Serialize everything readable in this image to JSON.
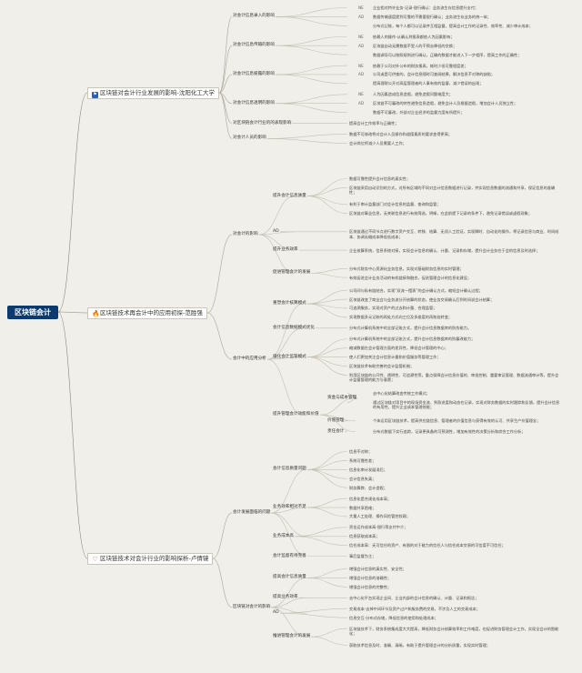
{
  "root": "区块链会计",
  "branches": [
    {
      "title": "区块链对会计行业发展的影响-沈阳化工大学",
      "icon": "flag-icon",
      "children": [
        {
          "label": "对会计信息录入的影响",
          "tags": [
            "NE",
            "AD"
          ],
          "leaves": [
            "企业相对特许业务-记录-银行确认：业务流生存信息提升支付；",
            "数据传输速度提到可靠的不需要银行确认；业务流生存业务的统一体；",
            "分布式记账，每个人都可以记录并互相监督，提高会计工作的记录性、效率性、减少审计成本；"
          ]
        },
        {
          "label": "对会计信息传输的影响",
          "tags": [
            "NE",
            "AD"
          ],
          "leaves": [
            "依赖人的操作-从确认到报表都依人为因素影响；",
            "区块链自动无需数据不受人的干预去降低的交换；",
            "数据调导可以按照规则进行确认，正确的数据才能进入下一步程序，提高工作的正确性；"
          ]
        },
        {
          "label": "对会计信息披露的影响",
          "tags": [
            "NE",
            "AD"
          ],
          "leaves": [
            "依赖于公司对外公布的财务报表，耗时少但可靠程度差；",
            "公司或是可供查的，会计信息随时可查阅结果，解决信息不对称的缺陷；",
            "提高理财公开对高层管理者的人事有效的监督，减少错误的出现；"
          ]
        },
        {
          "label": "对会计信息透明的影响",
          "tags": [
            "NE",
            "AD"
          ],
          "leaves": [
            "人为因素造成信息造假，避免造假问题难度大；",
            "区块链不可篡改的特性避免信息造假，避免会计人员根据造假，增加会计人员独立性；",
            "数据不可篡改，外部对企业经济的监督力度有所提升；"
          ]
        },
        {
          "label": "对区块链会计行业的的表现影响",
          "leaves": [
            "提高会计工作效率与正确性；"
          ]
        },
        {
          "label": "对会计人员的影响",
          "leaves": [
            "数据不可修改将对会计人员操作和道德素质的要求变得更高；",
            "会计岗位将减少人员需要人工作；"
          ]
        }
      ]
    },
    {
      "title": "区块链技术再会计中的应用初探-范胜强",
      "icon": "fire-icon",
      "children": [
        {
          "label": "对会计的影响",
          "subs": [
            {
              "label": "提升会计信息质量",
              "leaves": [
                "数据可靠性提升会计信息的真实性；",
                "区块链采用自动识别的方式，对所有区域的不同对会计信息数据进行记录，并实现信息数据的流通和共享，保证信息的准确性；",
                "有利于审计监督部门对会计信息的监督、查询和监管；",
                "区块链对事业信息，无关联信息进行有效筛选，明晰，在此前提下记录的条件下，避免记录错误或虚假现象；"
              ]
            },
            {
              "label": "AD",
              "leaves": [
                "区块链通过不同节点进行数字资产交互、转移、结算、无须人工验证，实现瞬时、自动化的操作，将记录信息与商业、时间成本、协调无缝成本降低低成本；"
              ]
            },
            {
              "label": "提升业务效率",
              "leaves": [
                "企业核算系统，信息系统对接，实现会计信息的确认、计量、记录和存储，提升会计业务在于会的信息及时选择；"
              ]
            },
            {
              "label": "促进管理会计的发展",
              "leaves": [
                "分布式财务中心资源化业务信息，实现对基础财务信息的实时管理；",
                "有效促进会计业务活动的有机链接和融合，促进管理会计的信息化建设；"
              ]
            }
          ]
        },
        {
          "label": "会计中的应用分析",
          "subs": [
            {
              "label": "重塑会计核算模式",
              "leaves": [
                "公司间与私有链结合，实现“双流一摆表”的会计确认方式，缩短会计确认过程；",
                "区块链改变了商业会与业务流分开核算的状态，使业务交易确认后到时间说会计结算；",
                "可追溯服务，实现对资产的过去和计量、合理监管；",
                "实现数据多元记账的再处方式向三位及多维度的再账处转变；"
              ]
            },
            {
              "label": "会计信息数据模式优化",
              "leaves": [
                "分布式计算机系统中的全部记账方式，提升会计信息数据库的防伪能力。"
              ]
            },
            {
              "label": "强化会计监管模式",
              "leaves": [
                "分布式计算机系统中的全部记账方式，提升会计信息数据库的防篡改能力；",
                "缩减数据在会计管理方面的差异性，降低会计管理的中心；",
                "使人们更加关注会计信息计量和价值服务等管理工作；",
                "区块链技术有助完善的会计监管机制；",
                "利用区块链的公开性、透明性、可追溯性等，重点保障会计信息价值的、审批控制、重要审证管理、数据流通审计等，提升会计监督管理的能力与意愿；"
              ]
            },
            {
              "label": "提升管理会计效能和价值",
              "subs": [
                {
                  "label": "资金与成本管理",
                  "leaves": [
                    "去中心化结算改变传统工作模式；",
                    "通过区块链对项目中的现场资金流、到款进度和动态在记录，实现对财务数据的实时跟踪和反馈，提升会计信息的有用性，提升企业成本管理效能；"
                  ]
                },
                {
                  "label": "价值管理",
                  "leaves": [
                    "个体运用区块链技术，提高供应链信息、管理者的价值信息与获得有效的认可、共享生产价值理念；"
                  ]
                },
                {
                  "label": "责任会计",
                  "leaves": [
                    "分布式数据下实行追踪，记录更具备的可预测性，增加有效性的决策分析和综合工作分析；"
                  ]
                }
              ]
            }
          ]
        }
      ]
    },
    {
      "title": "区块链技术对会计行业的影响探析-卢倩镜",
      "icon": "heart-icon",
      "children": [
        {
          "label": "会计发展面临的问题",
          "subs": [
            {
              "label": "会计信息质量问题",
              "leaves": [
                "信息不对称；",
                "系统可靠性差；",
                "信息化审计发展滞后；",
                "会计信息失真；",
                "财务舞弊、会计造假；"
              ]
            },
            {
              "label": "业务效率相对不足",
              "leaves": [
                "信息化是合规化成本高；",
                "数据共享困难；",
                "大量人工处理、操作风险管控较弱；"
              ]
            },
            {
              "label": "业务成本高",
              "leaves": [
                "资金运作成本高-银行等支付中介；",
                "信息获取成本高；",
                "信任成本高：无可信任的资产、有限的对于能力的信任人与信任成本交易的可信度不可信任；"
              ]
            },
            {
              "label": "会计监督有待完善",
              "leaves": [
                "事后监督为主；"
              ]
            }
          ]
        },
        {
          "label": "区块链对会计的影响",
          "subs": [
            {
              "label": "提高会计信息质量",
              "leaves": [
                "增强会计信息的真实性、安全性；",
                "增强会计信息的准确性；",
                "增强会计信息的完整性；"
              ]
            },
            {
              "label": "提高业务效率",
              "leaves": [
                "去中心化平台实现企业间、企业内部的会计信息的确认、计量、记录和报告；"
              ]
            },
            {
              "label": "AD",
              "leaves": [
                "交易成本-去掉中间环节及资产过户和服务费的交易，不涉及人工的交易成本；",
                "信息交互-分布式存储，降低信息的使用和处理成本；"
              ]
            },
            {
              "label": "推进管理会计的发展",
              "leaves": [
                "区块链技术下，财务系统集成度大大提高，降低财务会计核算效率和工作难度，也促进财务管理会计工作，实现全会计的智能化；",
                "获取技术信息及时、准确、清晰，有助于提升管理会计的分析质量，实现实时管理；"
              ]
            }
          ]
        }
      ]
    }
  ]
}
